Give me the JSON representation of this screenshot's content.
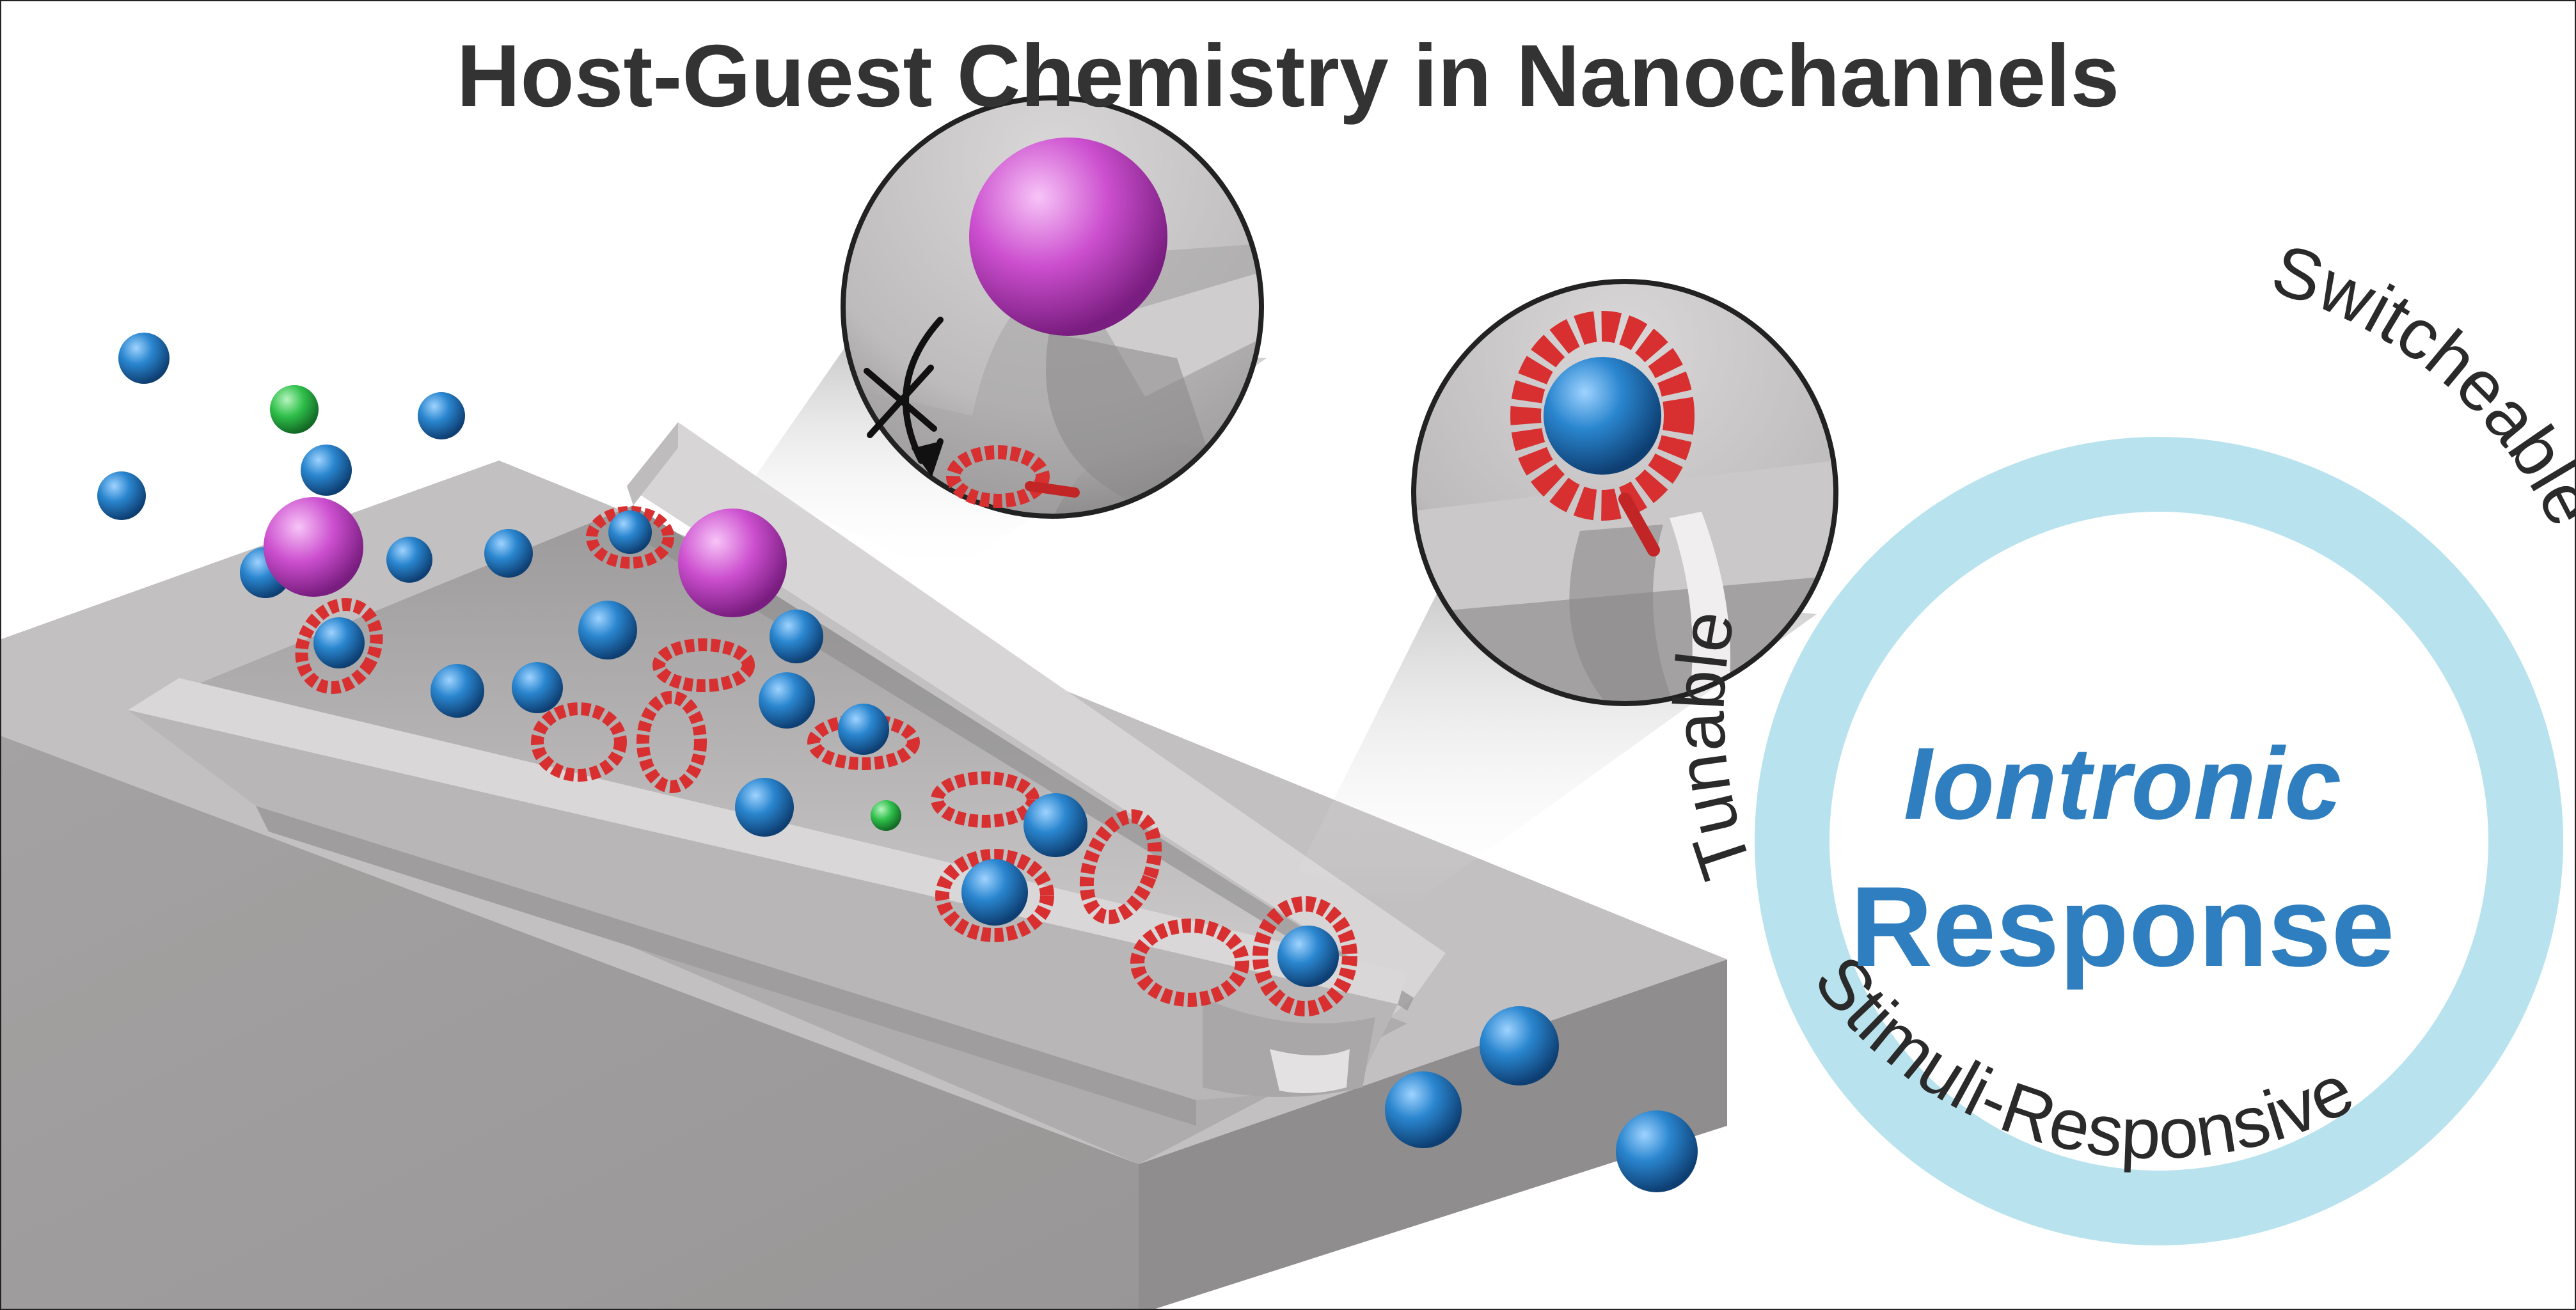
{
  "title": "Host-Guest Chemistry in Nanochannels",
  "badge": {
    "top_arc_left": "Tunable",
    "top_arc_right": "Switcheable",
    "bottom_arc": "Stimuli-Responsive",
    "center_line1": "Iontronic",
    "center_line2": "Response"
  },
  "colors": {
    "title": "#333333",
    "ring": "#b8e3ee",
    "center_text": "#2f7fc0",
    "arc_text": "#2a2a2a",
    "blue_ion": "#2a86cf",
    "magenta_ion": "#cc4fcf",
    "green_ion": "#2fbf4a",
    "host_ring": "#d83030",
    "substrate": "#b3b1b1",
    "shadow": "#7a7878"
  },
  "icons": {
    "blocked": "blocked-cross-icon"
  }
}
